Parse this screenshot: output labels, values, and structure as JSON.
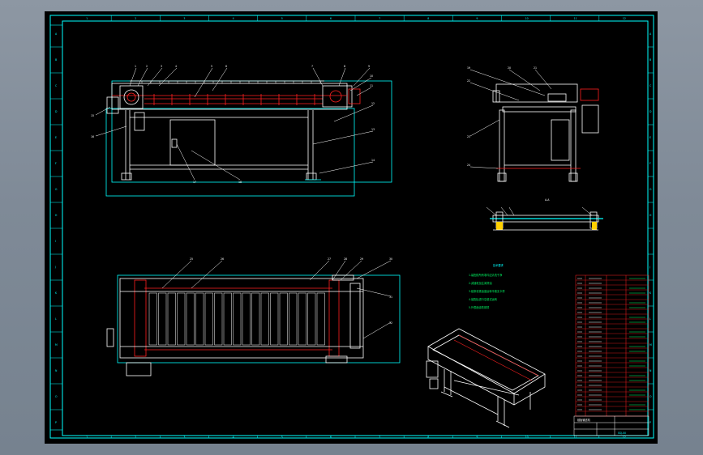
{
  "drawing": {
    "view_label_aa": "A-A",
    "notes": {
      "title": "技术要求",
      "lines": [
        "1.装配前所有零件应清洗干净",
        "2.减速机加注润滑油",
        "3.链条张紧适度运转平稳无卡滞",
        "4.装配后进行空载试运转",
        "5.外表面涂防锈漆"
      ]
    },
    "border": {
      "cols": [
        "1",
        "2",
        "3",
        "4",
        "5",
        "6",
        "7",
        "8",
        "9",
        "10",
        "11",
        "12"
      ],
      "rows": [
        "A",
        "B",
        "C",
        "D",
        "E",
        "F",
        "G",
        "H",
        "I",
        "J",
        "K",
        "L",
        "M",
        "N",
        "O",
        "P"
      ]
    },
    "title_block": {
      "name": "链板输送机",
      "drawing_no": "SSJ-00"
    },
    "callouts": {
      "front": [
        "1",
        "2",
        "3",
        "4",
        "5",
        "6",
        "7",
        "8",
        "9",
        "10",
        "11",
        "12",
        "13",
        "14",
        "15",
        "16",
        "17",
        "18"
      ],
      "side": [
        "19",
        "20",
        "21",
        "22",
        "23",
        "24"
      ],
      "top": [
        "25",
        "26",
        "27",
        "28",
        "29",
        "30",
        "31",
        "32"
      ]
    }
  },
  "colors": {
    "frame": "#00ffff",
    "part": "#ffffff",
    "detail": "#ff2020",
    "leader": "#ffffff",
    "note": "#00ff44",
    "dim": "#00ffff"
  }
}
